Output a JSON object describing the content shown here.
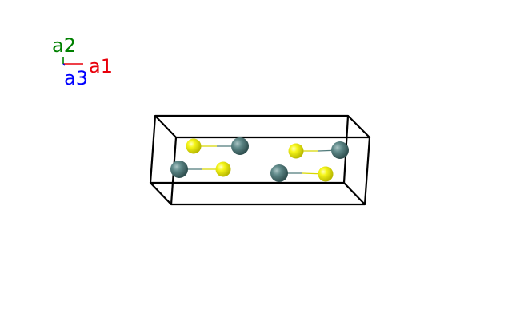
{
  "axes": {
    "a1": {
      "label": "a1",
      "color": "#e8000b"
    },
    "a2": {
      "label": "a2",
      "color": "#008000"
    },
    "a3": {
      "label": "a3",
      "color": "#0000ff"
    }
  },
  "colors": {
    "cell_edge": "#000000",
    "atom_yellow": "#e6e600",
    "atom_teal": "#4f7a7a",
    "bond_yellow": "#d8d800",
    "bond_teal": "#4f7a7a"
  },
  "atoms": [
    {
      "element": "yellow",
      "label": ""
    },
    {
      "element": "teal",
      "label": ""
    },
    {
      "element": "teal",
      "label": ""
    },
    {
      "element": "yellow",
      "label": ""
    },
    {
      "element": "yellow",
      "label": ""
    },
    {
      "element": "teal",
      "label": ""
    },
    {
      "element": "teal",
      "label": ""
    },
    {
      "element": "yellow",
      "label": ""
    }
  ]
}
